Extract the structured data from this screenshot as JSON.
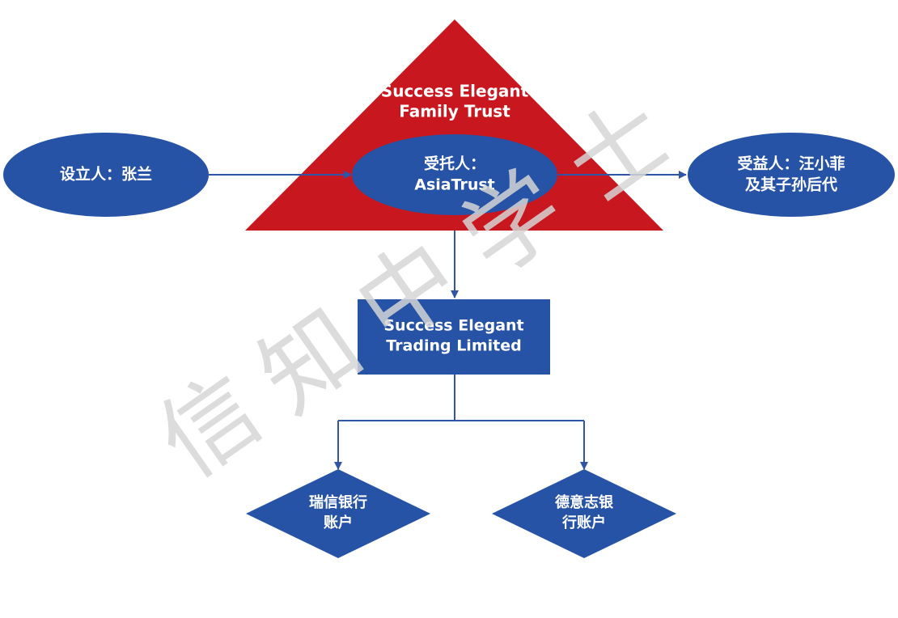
{
  "colors": {
    "ellipse_fill": "#2653a5",
    "ellipse_inner_fill": "#2d5aa8",
    "box_fill": "#2653a5",
    "diamond_fill": "#2653a5",
    "triangle_fill": "#c8171e",
    "line": "#2f56a6",
    "text": "#ffffff",
    "watermark": "#d6d6d6"
  },
  "trust": {
    "title_line1": "Success Elegant",
    "title_line2": "Family Trust"
  },
  "settlor": {
    "label": "设立人：张兰"
  },
  "trustee": {
    "line1": "受托人：",
    "line2": "AsiaTrust"
  },
  "beneficiary": {
    "line1": "受益人：汪小菲",
    "line2": "及其子孙后代"
  },
  "company": {
    "line1": "Success Elegant",
    "line2": "Trading Limited"
  },
  "accounts": [
    {
      "line1": "瑞信银行",
      "line2": "账户"
    },
    {
      "line1": "德意志银",
      "line2": "行账户"
    }
  ],
  "watermark": {
    "chars": [
      "信",
      "知",
      "中",
      "学",
      "士"
    ]
  }
}
